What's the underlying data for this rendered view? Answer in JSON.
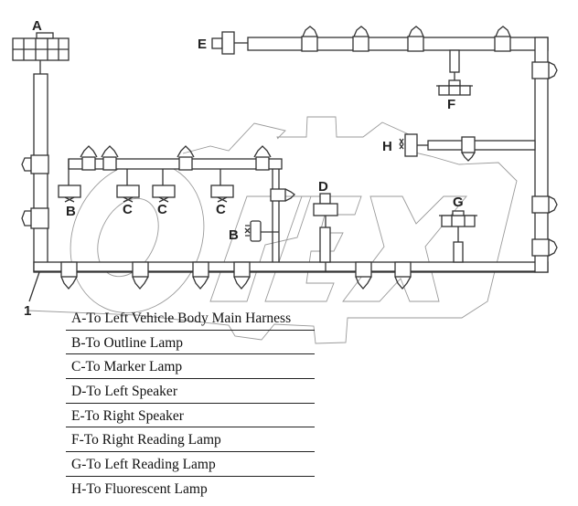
{
  "diagram": {
    "title": "Roof harness wiring diagram",
    "watermark_text": "OPEX",
    "callout_number": "1",
    "connector_labels": {
      "A": "A",
      "B1": "B",
      "B2": "B",
      "C1": "C",
      "C2": "C",
      "C3": "C",
      "D": "D",
      "E": "E",
      "F": "F",
      "G": "G",
      "H": "H"
    }
  },
  "legend": {
    "items": [
      {
        "key": "A",
        "text": "A-To Left Vehicle Body Main Harness"
      },
      {
        "key": "B",
        "text": "B-To Outline Lamp"
      },
      {
        "key": "C",
        "text": "C-To Marker Lamp"
      },
      {
        "key": "D",
        "text": "D-To Left Speaker"
      },
      {
        "key": "E",
        "text": "E-To Right Speaker"
      },
      {
        "key": "F",
        "text": "F-To Right Reading Lamp"
      },
      {
        "key": "G",
        "text": "G-To Left Reading Lamp"
      },
      {
        "key": "H",
        "text": "H-To Fluorescent Lamp"
      }
    ]
  }
}
